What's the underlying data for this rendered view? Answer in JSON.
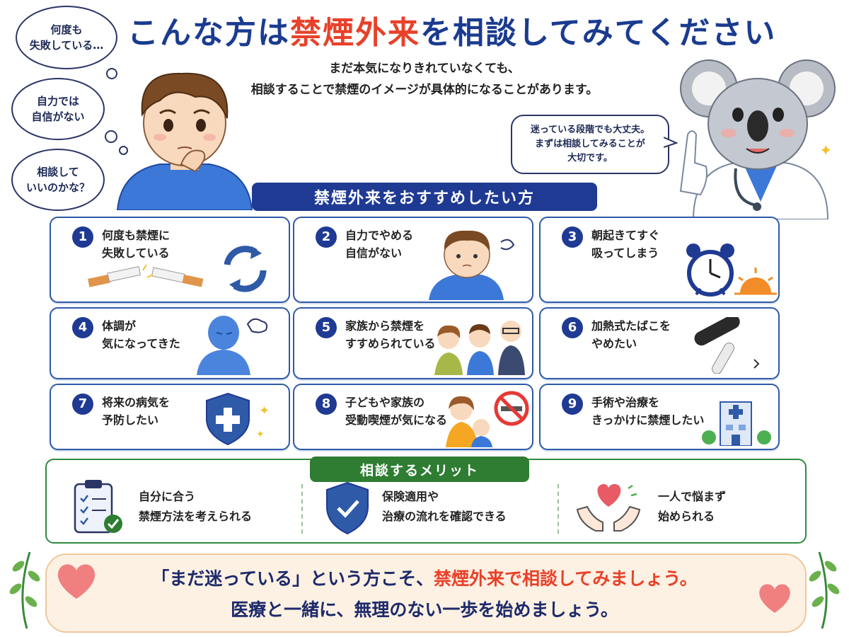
{
  "title": {
    "prefix": "こんな方は",
    "highlight": "禁煙外来",
    "suffix": "を相談してみてください"
  },
  "subtitle": {
    "line1": "まだ本気になりきれていなくても、",
    "line2": "相談することで禁煙のイメージが具体的になることがあります。"
  },
  "thoughts": [
    {
      "line1": "何度も",
      "line2": "失敗している…"
    },
    {
      "line1": "自力では",
      "line2": "自信がない"
    },
    {
      "line1": "相談して",
      "line2": "いいのかな？"
    }
  ],
  "speech": {
    "line1": "迷っている段階でも大丈夫。",
    "line2": "まずは相談してみることが",
    "line3": "大切です。"
  },
  "section_header": "禁煙外来をおすすめしたい方",
  "cards": [
    {
      "num": "1",
      "line1": "何度も禁煙に",
      "line2": "失敗している"
    },
    {
      "num": "2",
      "line1": "自力でやめる",
      "line2": "自信がない"
    },
    {
      "num": "3",
      "line1": "朝起きてすぐ",
      "line2": "吸ってしまう"
    },
    {
      "num": "4",
      "line1": "体調が",
      "line2": "気になってきた"
    },
    {
      "num": "5",
      "line1": "家族から禁煙を",
      "line2": "すすめられている"
    },
    {
      "num": "6",
      "line1": "加熱式たばこを",
      "line2": "やめたい"
    },
    {
      "num": "7",
      "line1": "将来の病気を",
      "line2": "予防したい"
    },
    {
      "num": "8",
      "line1": "子どもや家族の",
      "line2": "受動喫煙が気になる"
    },
    {
      "num": "9",
      "line1": "手術や治療を",
      "line2": "きっかけに禁煙したい"
    }
  ],
  "merit": {
    "header": "相談するメリット",
    "items": [
      {
        "line1": "自分に合う",
        "line2": "禁煙方法を考えられる"
      },
      {
        "line1": "保険適用や",
        "line2": "治療の流れを確認できる"
      },
      {
        "line1": "一人で悩まず",
        "line2": "始められる"
      }
    ]
  },
  "banner": {
    "line1_prefix": "「まだ迷っている」という方こそ、",
    "line1_highlight": "禁煙外来で相談してみましょう。",
    "line2": "医療と一緒に、無理のない一歩を始めましょう。"
  },
  "colors": {
    "navy": "#1f3a93",
    "accent_red": "#e8412a",
    "green": "#2e7d32",
    "banner_bg": "#fdf1e3"
  }
}
